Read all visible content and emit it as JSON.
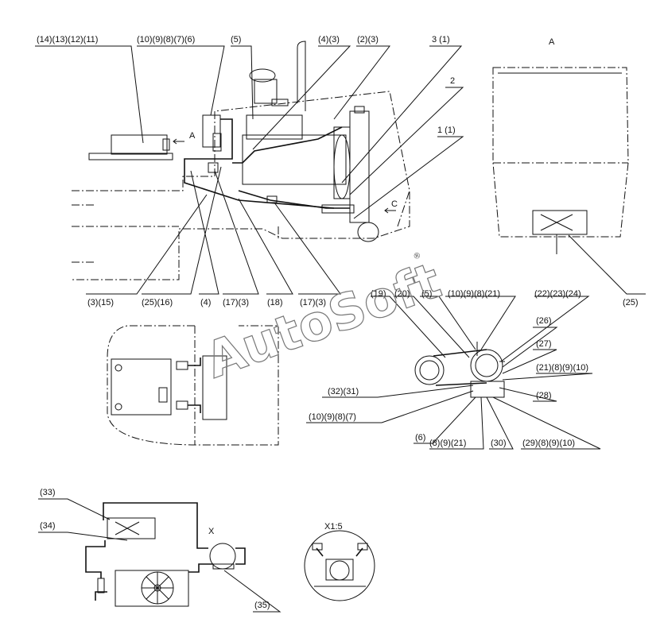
{
  "watermark": {
    "text": "AutoSoft",
    "registered": "®"
  },
  "view_labels": {
    "view_a": "A",
    "arrow_a": "A",
    "arrow_c": "C",
    "detail_x": "X",
    "detail_scale": "X1:5"
  },
  "callouts_main": [
    "(14)(13)(12)(11)",
    "(10)(9)(8)(7)(6)",
    "(5)",
    "(4)(3)",
    "(2)(3)",
    "3 (1)",
    "2",
    "1 (1)",
    "(3)(15)",
    "(25)(16)",
    "(4)",
    "(17)(3)",
    "(18)",
    "(17)(3)"
  ],
  "callouts_view_a": [
    "(25)"
  ],
  "callouts_belt": [
    "(19)",
    "(20)",
    "(5)",
    "(10)(9)(8)(21)",
    "(22)(23)(24)",
    "(26)",
    "(27)",
    "(21)(8)(9)(10)",
    "(28)",
    "(32)(31)",
    "(10)(9)(8)(7)",
    "(6)",
    "(8)(9)(21)",
    "(30)",
    "(29)(8)(9)(10)"
  ],
  "callouts_circuit": [
    "(33)",
    "(34)",
    "(35)"
  ]
}
